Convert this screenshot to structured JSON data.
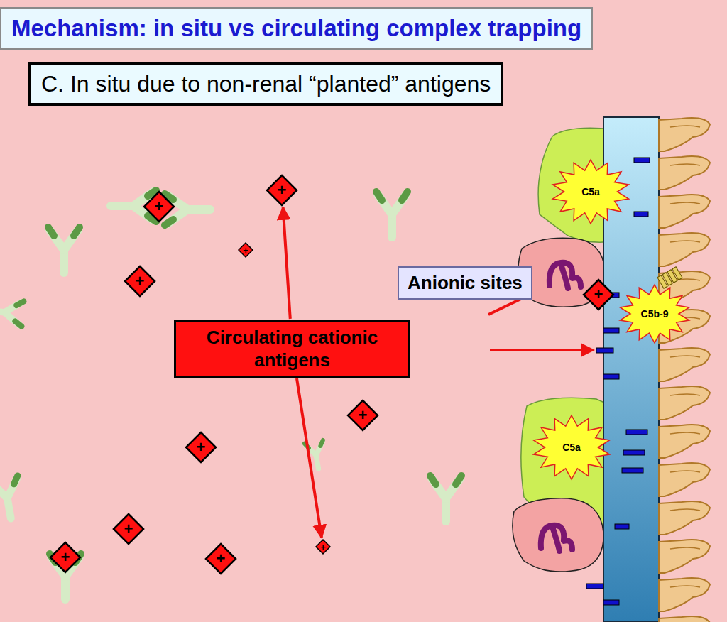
{
  "diagram": {
    "title": "Mechanism: in situ vs circulating complex trapping",
    "nodes": [
      {
        "text": [
          "C. In situ due to non-renal “planted” antigens"
        ]
      },
      {
        "text": [
          "+"
        ]
      },
      {
        "text": [
          "+"
        ]
      },
      {
        "text": [
          "+"
        ]
      },
      {
        "text": [
          "+"
        ]
      },
      {
        "text": [
          "C5a"
        ]
      },
      {
        "text": [
          "Anionic sites"
        ]
      },
      {
        "text": [
          "+"
        ]
      },
      {
        "text": [
          "C5b-9"
        ]
      },
      {
        "text": [
          "Circulating cationic antigens"
        ]
      },
      {
        "text": [
          "+"
        ]
      },
      {
        "text": [
          "+"
        ]
      },
      {
        "text": [
          "C5a"
        ]
      },
      {
        "text": [
          "+"
        ]
      },
      {
        "text": [
          "+"
        ]
      },
      {
        "text": [
          "+"
        ]
      },
      {
        "text": [
          "+"
        ]
      }
    ],
    "edges": [
      {
        "from": 9,
        "to": 1,
        "arrow": "to"
      },
      {
        "from": 9,
        "to": 14,
        "arrow": "to"
      }
    ]
  }
}
